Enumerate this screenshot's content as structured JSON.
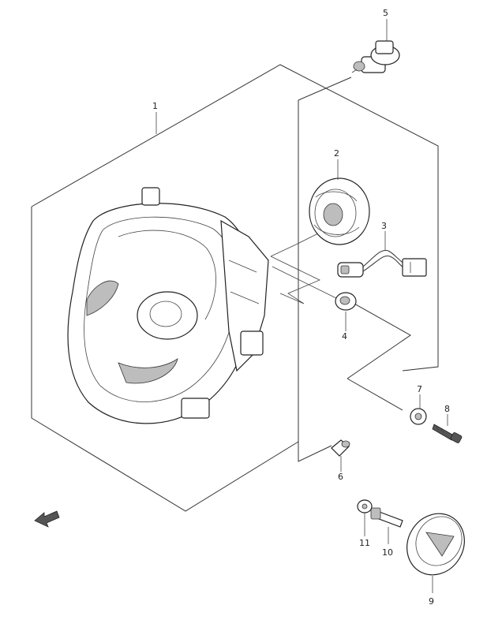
{
  "diagram": {
    "callouts": [
      "1",
      "2",
      "3",
      "4",
      "5",
      "6",
      "7",
      "8",
      "9",
      "10",
      "11"
    ]
  },
  "colors": {
    "line": "#333333",
    "background": "#ffffff",
    "shade": "#bdbdbd"
  },
  "icons": {
    "front_indicator": "arrow-icon"
  }
}
